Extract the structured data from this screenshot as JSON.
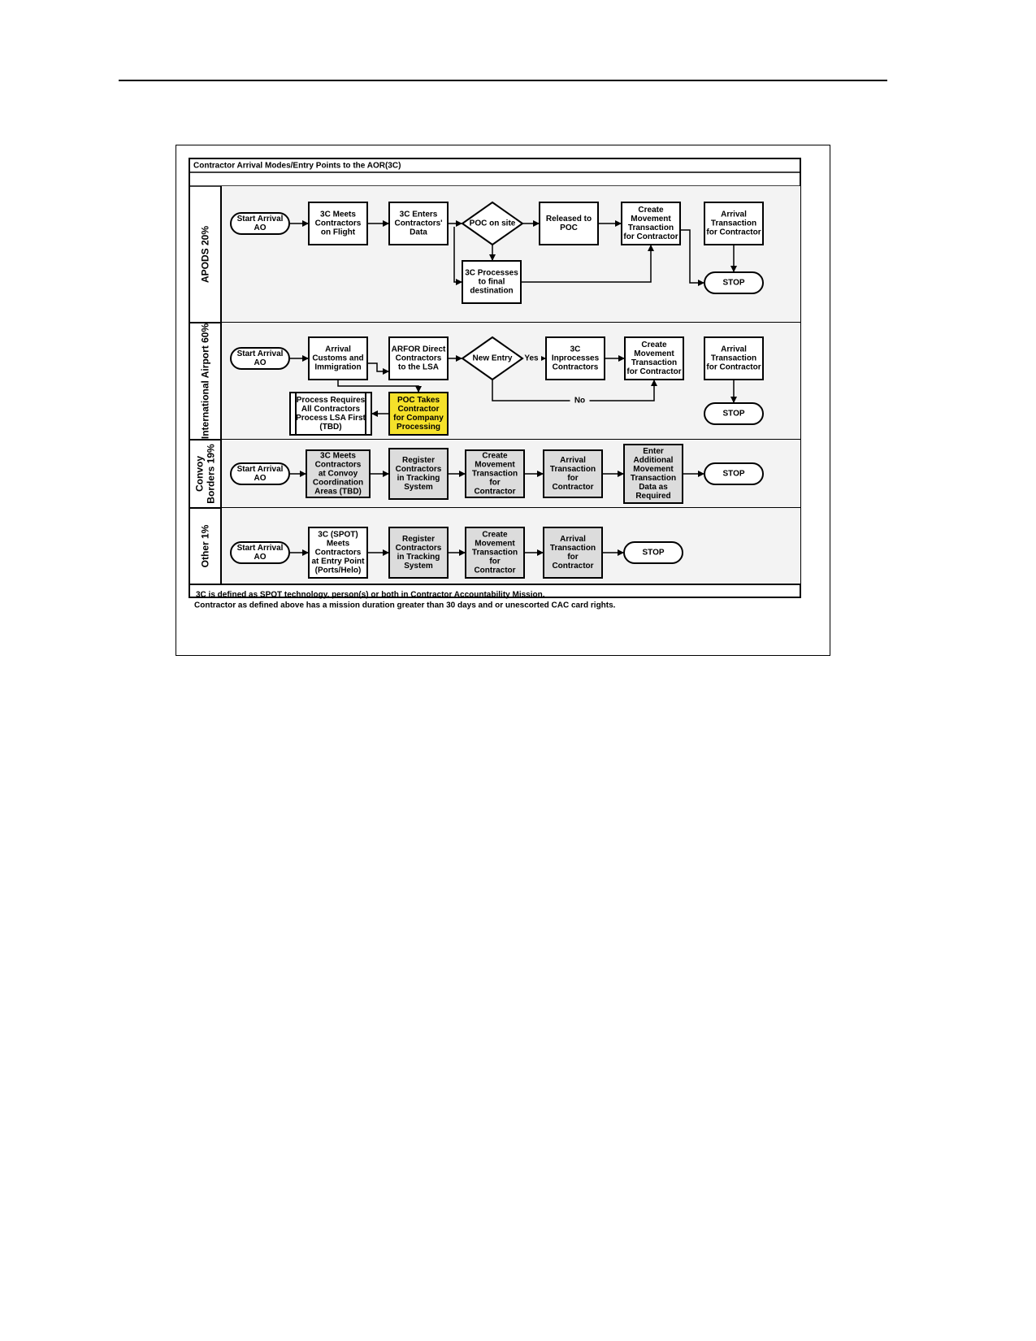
{
  "figure": {
    "title": "Contractor Arrival Modes/Entry Points to the AOR(3C)",
    "footnotes": [
      "3C is defined as SPOT technology, person(s) or both in Contractor Accountability Mission.",
      "Contractor as defined above has a mission duration greater than 30 days and or unescorted CAC card rights."
    ],
    "colors": {
      "highlight": "#f5e12a",
      "shaded": "#dcdcdc",
      "lane_bg": "#f3f3f3",
      "white": "#ffffff"
    }
  },
  "lanes": [
    {
      "id": "apods",
      "label": [
        "APODS 20%"
      ],
      "nodes": [
        {
          "id": "a-start",
          "shape": "terminal",
          "lines": [
            "Start Arrival",
            "AO"
          ]
        },
        {
          "id": "a-meets",
          "shape": "box",
          "lines": [
            "3C Meets",
            "Contractors",
            "on Flight"
          ]
        },
        {
          "id": "a-enters",
          "shape": "box",
          "lines": [
            "3C Enters",
            "Contractors'",
            "Data"
          ]
        },
        {
          "id": "a-poc",
          "shape": "diamond",
          "lines": [
            "POC on site"
          ]
        },
        {
          "id": "a-released",
          "shape": "box",
          "lines": [
            "Released to",
            "POC"
          ]
        },
        {
          "id": "a-create",
          "shape": "box",
          "lines": [
            "Create",
            "Movement",
            "Transaction",
            "for Contractor"
          ]
        },
        {
          "id": "a-arrival",
          "shape": "box",
          "lines": [
            "Arrival",
            "Transaction",
            "for Contractor"
          ]
        },
        {
          "id": "a-processes",
          "shape": "box",
          "lines": [
            "3C Processes",
            "to final",
            "destination"
          ]
        },
        {
          "id": "a-stop",
          "shape": "terminal",
          "lines": [
            "STOP"
          ]
        }
      ]
    },
    {
      "id": "intl",
      "label": [
        "International Airport 60%"
      ],
      "edge_labels": {
        "yes": "Yes",
        "no": "No"
      },
      "nodes": [
        {
          "id": "i-start",
          "shape": "terminal",
          "lines": [
            "Start Arrival",
            "AO"
          ]
        },
        {
          "id": "i-customs",
          "shape": "box",
          "lines": [
            "Arrival",
            "Customs and",
            "Immigration"
          ]
        },
        {
          "id": "i-arfor",
          "shape": "box",
          "lines": [
            "ARFOR Direct",
            "Contractors",
            "to the LSA"
          ]
        },
        {
          "id": "i-newentry",
          "shape": "diamond",
          "lines": [
            "New Entry"
          ]
        },
        {
          "id": "i-inproc",
          "shape": "box",
          "lines": [
            "3C",
            "Inprocesses",
            "Contractors"
          ]
        },
        {
          "id": "i-create",
          "shape": "box",
          "lines": [
            "Create",
            "Movement",
            "Transaction",
            "for Contractor"
          ]
        },
        {
          "id": "i-arrival",
          "shape": "box",
          "lines": [
            "Arrival",
            "Transaction",
            "for Contractor"
          ]
        },
        {
          "id": "i-process-req",
          "shape": "predefined",
          "lines": [
            "Process Requires",
            "All Contractors",
            "Process LSA First",
            "(TBD)"
          ]
        },
        {
          "id": "i-poc-takes",
          "shape": "highlight",
          "lines": [
            "POC Takes",
            "Contractor",
            "for Company",
            "Processing"
          ]
        },
        {
          "id": "i-stop",
          "shape": "terminal",
          "lines": [
            "STOP"
          ]
        }
      ]
    },
    {
      "id": "convoy",
      "label": [
        "Convoy",
        "Borders 19%"
      ],
      "nodes": [
        {
          "id": "c-start",
          "shape": "terminal",
          "lines": [
            "Start Arrival",
            "AO"
          ]
        },
        {
          "id": "c-meets",
          "shape": "shaded",
          "lines": [
            "3C Meets",
            "Contractors",
            "at Convoy",
            "Coordination",
            "Areas (TBD)"
          ]
        },
        {
          "id": "c-register",
          "shape": "shaded",
          "lines": [
            "Register",
            "Contractors",
            "in Tracking",
            "System"
          ]
        },
        {
          "id": "c-create",
          "shape": "shaded",
          "lines": [
            "Create",
            "Movement",
            "Transaction",
            "for",
            "Contractor"
          ]
        },
        {
          "id": "c-arrival",
          "shape": "shaded",
          "lines": [
            "Arrival",
            "Transaction",
            "for",
            "Contractor"
          ]
        },
        {
          "id": "c-enter",
          "shape": "shaded",
          "lines": [
            "Enter",
            "Additional",
            "Movement",
            "Transaction",
            "Data as",
            "Required"
          ]
        },
        {
          "id": "c-stop",
          "shape": "terminal",
          "lines": [
            "STOP"
          ]
        }
      ]
    },
    {
      "id": "other",
      "label": [
        "Other 1%"
      ],
      "nodes": [
        {
          "id": "o-start",
          "shape": "terminal",
          "lines": [
            "Start Arrival",
            "AO"
          ]
        },
        {
          "id": "o-spot",
          "shape": "box",
          "lines": [
            "3C (SPOT)",
            "Meets",
            "Contractors",
            "at Entry Point",
            "(Ports/Helo)"
          ]
        },
        {
          "id": "o-register",
          "shape": "shaded",
          "lines": [
            "Register",
            "Contractors",
            "in Tracking",
            "System"
          ]
        },
        {
          "id": "o-create",
          "shape": "shaded",
          "lines": [
            "Create",
            "Movement",
            "Transaction",
            "for",
            "Contractor"
          ]
        },
        {
          "id": "o-arrival",
          "shape": "shaded",
          "lines": [
            "Arrival",
            "Transaction",
            "for",
            "Contractor"
          ]
        },
        {
          "id": "o-stop",
          "shape": "terminal",
          "lines": [
            "STOP"
          ]
        }
      ]
    }
  ]
}
